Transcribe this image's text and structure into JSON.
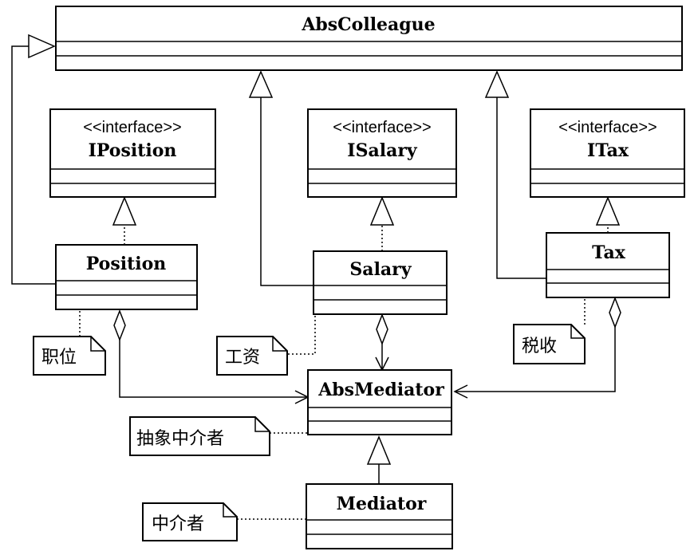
{
  "classes": {
    "abs_colleague": {
      "name": "AbsColleague"
    },
    "iposition": {
      "stereotype": "<<interface>>",
      "name": "IPosition"
    },
    "isalary": {
      "stereotype": "<<interface>>",
      "name": "ISalary"
    },
    "itax": {
      "stereotype": "<<interface>>",
      "name": "ITax"
    },
    "position": {
      "name": "Position"
    },
    "salary": {
      "name": "Salary"
    },
    "tax": {
      "name": "Tax"
    },
    "abs_mediator": {
      "name": "AbsMediator"
    },
    "mediator": {
      "name": "Mediator"
    }
  },
  "notes": {
    "position": "职位",
    "salary": "工资",
    "tax": "税收",
    "abs_mediator": "抽象中介者",
    "mediator": "中介者"
  }
}
